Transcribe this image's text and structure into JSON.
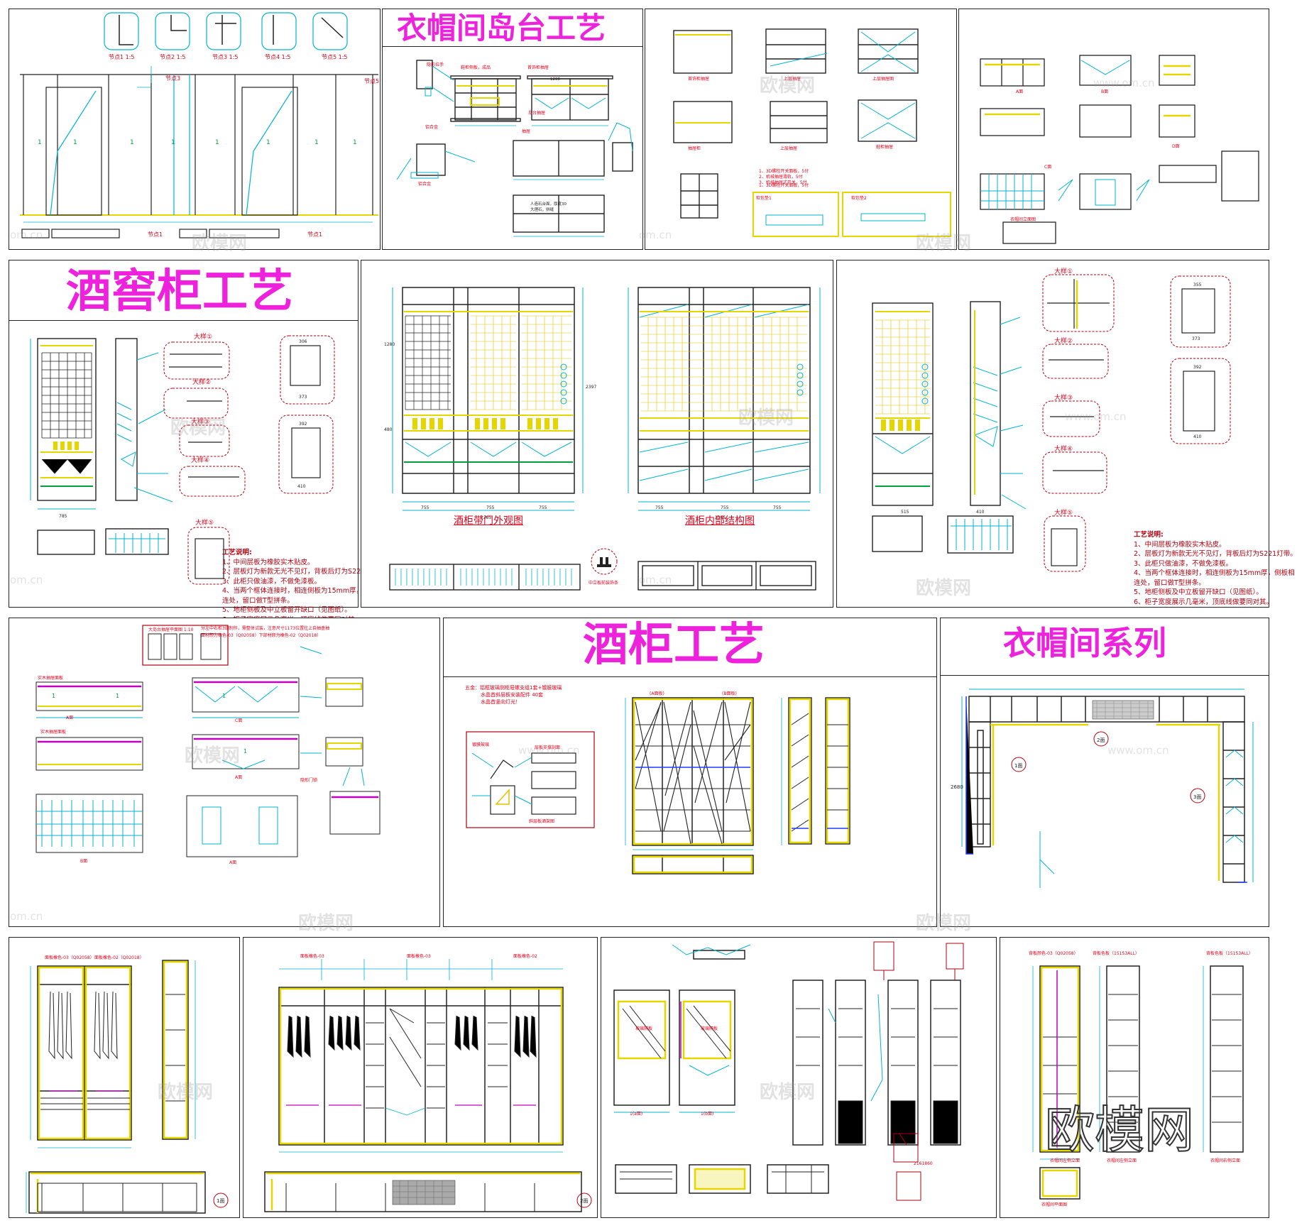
{
  "titles": {
    "cloakroom_island": "衣帽间岛台工艺",
    "wine_cellar": "酒窖柜工艺",
    "wine_cabinet": "酒柜工艺",
    "cloakroom_series": "衣帽间系列"
  },
  "captions": {
    "door_view": "酒柜带门外观图",
    "interior_view": "酒柜内部结构图"
  },
  "notes": {
    "heading": "工艺说明:",
    "items": [
      "1、中间层板为橡胶实木贴皮。",
      "2、层板灯为新款无光不见灯，背板后灯为S221灯带。",
      "3、此柜只做油漆，不做免漆板。",
      "4、当两个框体连接时，相连侧板为15mm厚，侧板相",
      "   连处，留口做T型拼条。",
      "5、地柜侧板及中立板留开缺口（见图纸）。",
      "6、柜子宽度展示几毫米，顶底线做要同对其。"
    ]
  },
  "watermarks": {
    "brand": "欧模网",
    "url": "www.om.cn",
    "domain_tail": "om.cn"
  },
  "colors": {
    "title": "#ee22dd",
    "cad_cyan": "#00b4d0",
    "cad_yellow": "#e6d600",
    "cad_red": "#e0001a",
    "cad_green": "#00a040",
    "cad_magenta": "#c000c0",
    "frame": "#222222"
  }
}
